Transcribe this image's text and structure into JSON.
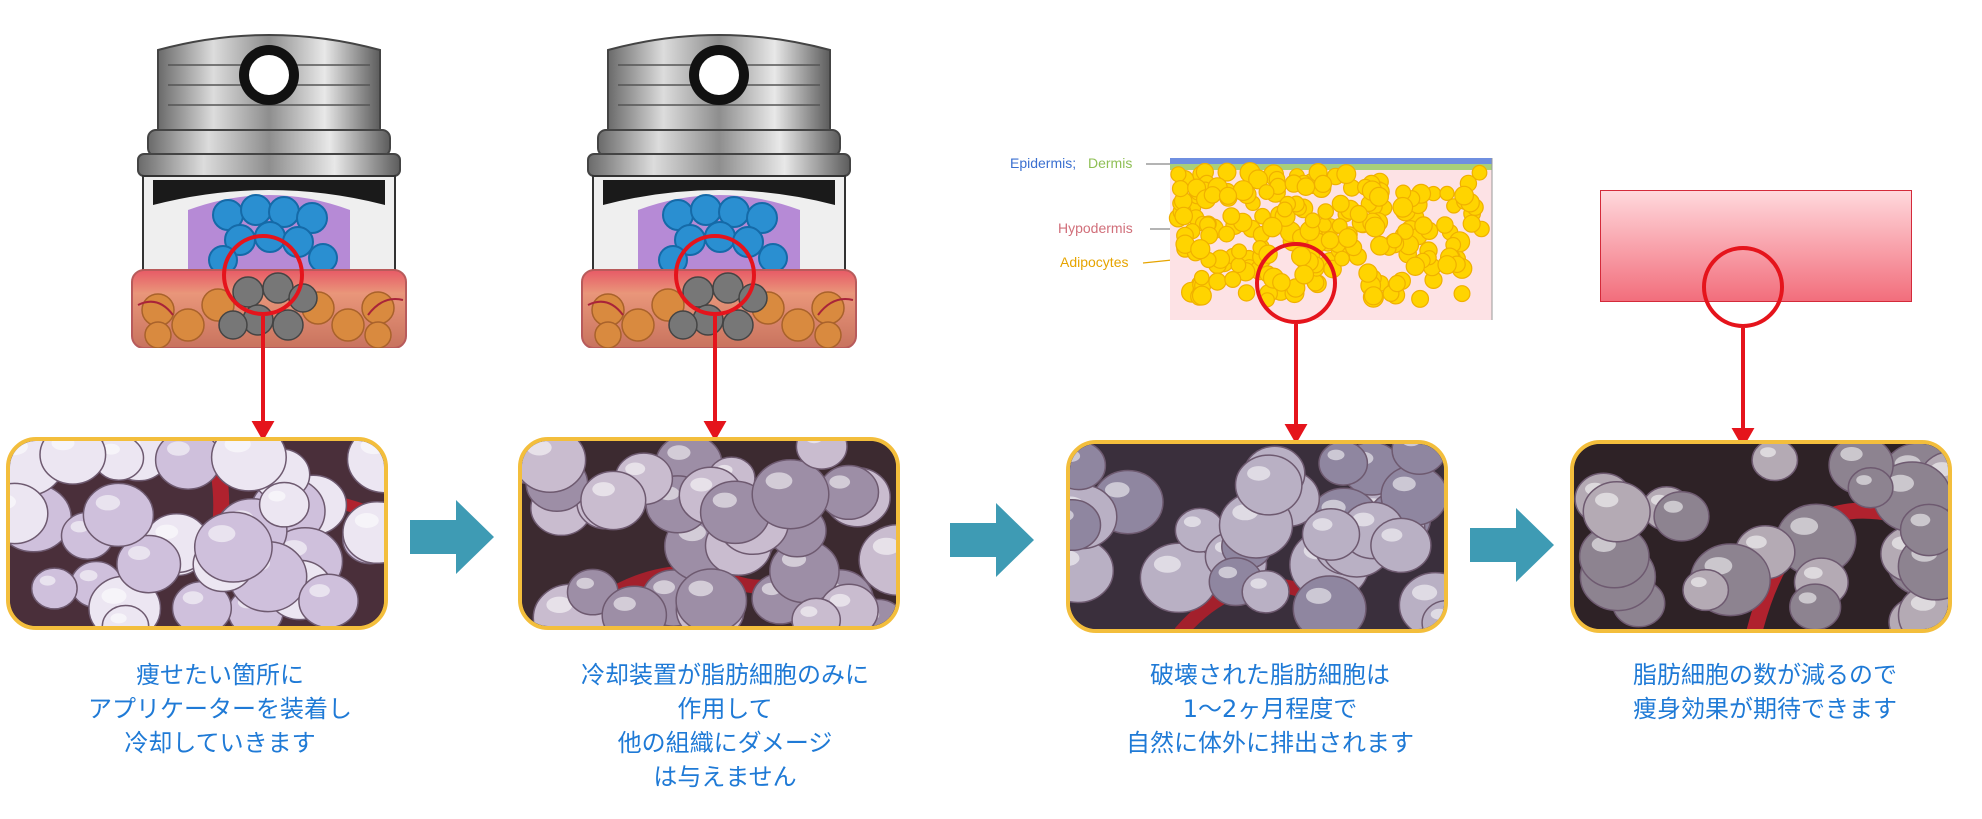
{
  "colors": {
    "caption_text": "#1f7ad6",
    "panel_border": "#f3be3c",
    "step_arrow": "#3e9bb4",
    "highlight_ring": "#e5141c",
    "epidermis_label": "#3a6fd0",
    "dermis_label": "#8fbf55",
    "hypodermis_label": "#d16f7a",
    "adipocytes_label": "#e6a400",
    "fat_cell": "#ffd400",
    "empty_tissue_top": "#ffd8dc",
    "empty_tissue_bottom": "#f26e7c"
  },
  "icons": {
    "device": "cryolipolysis-applicator",
    "step_arrow": "right-arrow-icon"
  },
  "diagram": {
    "labels": {
      "epidermis": "Epidermis;",
      "dermis": "Dermis",
      "hypodermis": "Hypodermis",
      "adipocytes": "Adipocytes"
    }
  },
  "steps": [
    {
      "caption": [
        "痩せたい箇所に",
        "アプリケーターを装着し",
        "冷却していきます"
      ]
    },
    {
      "caption": [
        "冷却装置が脂肪細胞のみに",
        "作用して",
        "他の組織にダメージ",
        "は与えません"
      ]
    },
    {
      "caption": [
        "破壊された脂肪細胞は",
        "1〜2ヶ月程度で",
        "自然に体外に排出されます"
      ]
    },
    {
      "caption": [
        "脂肪細胞の数が減るので",
        "痩身効果が期待できます"
      ]
    }
  ]
}
